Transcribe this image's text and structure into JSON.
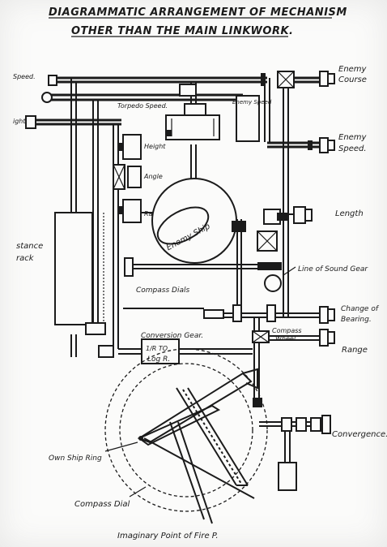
{
  "title": {
    "line1": "DIAGRAMMATIC ARRANGEMENT OF MECHANISM",
    "line2": "OTHER THAN THE MAIN LINKWORK."
  },
  "labels": {
    "own_speed": "Speed.",
    "torpedo_speed": "Torpedo Speed.",
    "enemy_speed_box": "Enemy Speed",
    "height_left": "ight",
    "height": "Height",
    "angle": "Angle",
    "range_box": "Range",
    "enemy_ship": "Enemy Ship",
    "distance_track_1": "stance",
    "distance_track_2": "rack",
    "compass_dials": "Compass Dials",
    "conversion_gear": "Conversion Gear.",
    "log_r_1": "1/R TO",
    "log_r_2": "Log R.",
    "compass_wheel_1": "Compass",
    "compass_wheel_2": "Wheel",
    "own_ship_ring": "Own Ship Ring",
    "compass_dial": "Compass Dial",
    "imaginary_point": "Imaginary Point of Fire P.",
    "enemy_course_1": "Enemy",
    "enemy_course_2": "Course",
    "enemy_speed_1": "Enemy",
    "enemy_speed_2": "Speed.",
    "length": "Length",
    "line_of_sound_gear": "Line of Sound Gear",
    "change_of_bearing_1": "Change of",
    "change_of_bearing_2": "Bearing.",
    "range_right": "Range",
    "convergence": "Convergence."
  },
  "colors": {
    "ink": "#1b1b1b",
    "paper": "#fbfbfa"
  }
}
